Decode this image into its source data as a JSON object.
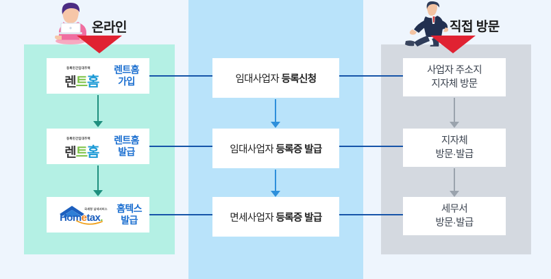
{
  "columns": {
    "online": {
      "header": "온라인",
      "icon": "person-with-laptop-icon",
      "steps": [
        {
          "logo": "renthome-logo",
          "label_line1": "렌트홈",
          "label_line2": "가입"
        },
        {
          "logo": "renthome-logo",
          "label_line1": "렌트홈",
          "label_line2": "발급"
        },
        {
          "logo": "hometax-logo",
          "label_line1": "홈텍스",
          "label_line2": "발급"
        }
      ]
    },
    "process": {
      "steps": [
        {
          "normal": "임대사업자 ",
          "bold": "등록신청"
        },
        {
          "normal": "임대사업자 ",
          "bold": "등록증 발급"
        },
        {
          "normal": "면세사업자 ",
          "bold": "등록증 발급"
        }
      ]
    },
    "visit": {
      "header": "직접 방문",
      "icon": "running-businessman-icon",
      "steps": [
        {
          "line1": "사업자 주소지",
          "line2": "지자체 방문"
        },
        {
          "line1": "지자체",
          "line2": "방문·발급"
        },
        {
          "line1": "세무서",
          "line2": "방문·발급"
        }
      ]
    }
  },
  "logos": {
    "renthome": {
      "top_text": "등록민간임대주택",
      "part1": "렌",
      "part2": "트",
      "part3": "홈"
    },
    "hometax": {
      "top_text": "국세청 납세서비스",
      "word_a": "Hom",
      "word_e": "e",
      "word_b": "tax",
      "word_dot": "."
    }
  },
  "colors": {
    "background": "#eef5fd",
    "panel_online": "#b4f0e4",
    "panel_process": "#b9e3fa",
    "panel_visit": "#d4d9e0",
    "red_arrow": "#e02232",
    "connector_line": "#1553a8",
    "arrow_online": "#1e8f7e",
    "arrow_process": "#2d8fdb",
    "arrow_visit": "#9aa3ad",
    "left_label": "#1c6fd0"
  }
}
